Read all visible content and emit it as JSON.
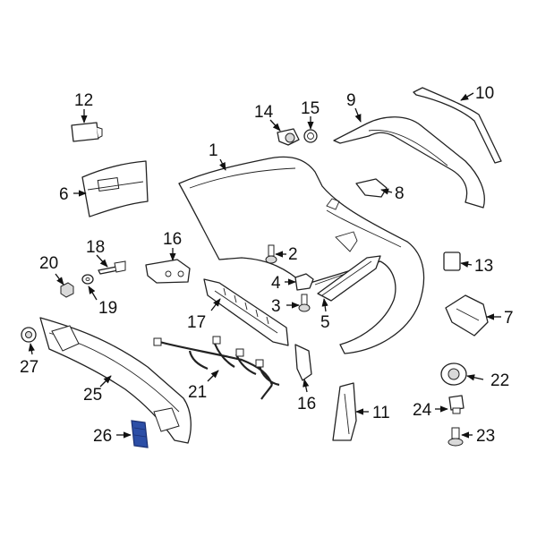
{
  "accent_color": "#2c4ea6",
  "callouts": {
    "c1": "1",
    "c2": "2",
    "c3": "3",
    "c4": "4",
    "c5": "5",
    "c6": "6",
    "c7": "7",
    "c8": "8",
    "c9": "9",
    "c10": "10",
    "c11": "11",
    "c12": "12",
    "c13": "13",
    "c14": "14",
    "c15": "15",
    "c16a": "16",
    "c16b": "16",
    "c17": "17",
    "c18": "18",
    "c19": "19",
    "c20": "20",
    "c21": "21",
    "c22": "22",
    "c23": "23",
    "c24": "24",
    "c25": "25",
    "c26": "26",
    "c27": "27"
  },
  "highlighted_part": "26"
}
